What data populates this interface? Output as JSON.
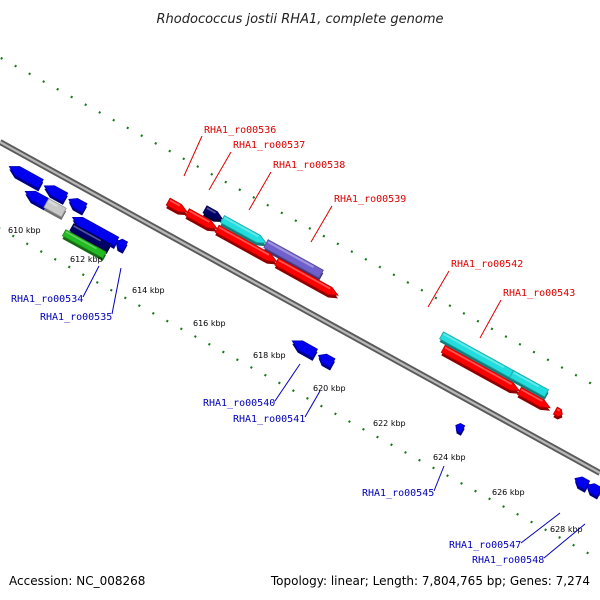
{
  "title": "Rhodococcus jostii RHA1, complete genome",
  "footer": {
    "accession": "Accession: NC_008268",
    "summary": "Topology: linear; Length: 7,804,765 bp; Genes: 7,274"
  },
  "colors": {
    "backbone": "#808080",
    "tick": "#1a7a1a",
    "forward_label": "#dd0000",
    "reverse_label": "#0000bb",
    "red": "#ff0000",
    "navy": "#000066",
    "cyan": "#22dddd",
    "slate": "#7060cc",
    "blue": "#0000ee",
    "grey": "#c8c8c8",
    "green": "#22bb22"
  },
  "kbp_labels": [
    "610 kbp",
    "612 kbp",
    "614 kbp",
    "616 kbp",
    "618 kbp",
    "620 kbp",
    "622 kbp",
    "624 kbp",
    "626 kbp",
    "628 kbp"
  ],
  "forward_genes": [
    {
      "id": "RHA1_ro00536",
      "color": "red"
    },
    {
      "id": "RHA1_ro00537",
      "color": "navy"
    },
    {
      "id": "RHA1_ro00538",
      "color": "cyan"
    },
    {
      "id": "RHA1_ro00539",
      "color": "slate"
    },
    {
      "id": "RHA1_ro00542",
      "color": "cyan"
    },
    {
      "id": "RHA1_ro00543",
      "color": "cyan"
    }
  ],
  "reverse_genes": [
    {
      "id": "RHA1_ro00534",
      "color": "navy"
    },
    {
      "id": "RHA1_ro00535",
      "color": "green"
    },
    {
      "id": "RHA1_ro00540",
      "color": "blue"
    },
    {
      "id": "RHA1_ro00541",
      "color": "blue"
    },
    {
      "id": "RHA1_ro00545",
      "color": "blue"
    },
    {
      "id": "RHA1_ro00547",
      "color": "blue"
    },
    {
      "id": "RHA1_ro00548",
      "color": "blue"
    }
  ]
}
